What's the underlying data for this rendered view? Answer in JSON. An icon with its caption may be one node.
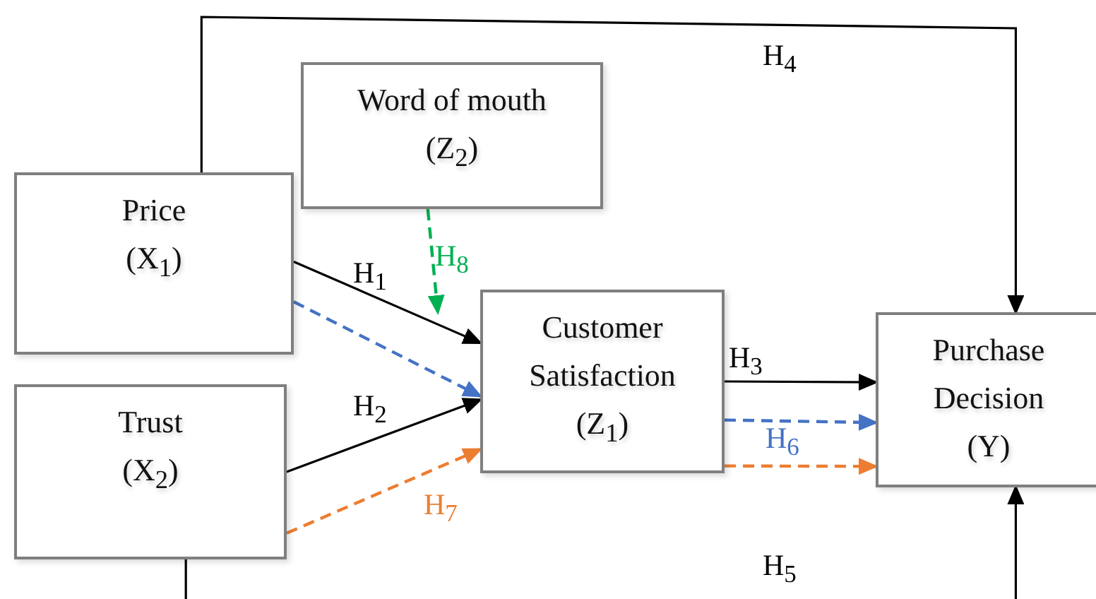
{
  "diagram": {
    "nodes": [
      {
        "text": [
          "Word of mouth",
          "(Z$_{2}$)"
        ]
      },
      {
        "text": [
          "Price",
          "(X$_{1}$)"
        ]
      },
      {
        "text": [
          "Trust",
          "(X$_{2}$)"
        ]
      },
      {
        "text": [
          "Customer Satisfaction",
          "(Z$_{1}$)"
        ]
      },
      {
        "text": [
          "Purchase Decision",
          "(Y)"
        ]
      }
    ],
    "edges": [
      {
        "from": 1,
        "to": 4,
        "arrow": "to",
        "label": "H$_{4}$"
      },
      {
        "from": 1,
        "to": 3,
        "arrow": "to",
        "label": "H$_{1}$"
      },
      {
        "from": 1,
        "to": 3,
        "arrow": "to",
        "style": "dashed",
        "color": "#4472c4"
      },
      {
        "from": 2,
        "to": 3,
        "arrow": "to",
        "label": "H$_{2}$"
      },
      {
        "from": 2,
        "to": 3,
        "arrow": "to",
        "label": "H$_{7}$",
        "style": "dashed",
        "color": "#ed7d31"
      },
      {
        "from": 0,
        "to": null,
        "arrow": "to",
        "label": "H$_{8}$",
        "style": "dashed",
        "color": "#00b050"
      },
      {
        "from": 3,
        "to": 4,
        "arrow": "to",
        "label": "H$_{3}$"
      },
      {
        "from": 3,
        "to": 4,
        "arrow": "to",
        "label": "H$_{6}$",
        "style": "dashed",
        "color": "#4472c4"
      },
      {
        "from": 3,
        "to": 4,
        "arrow": "to",
        "style": "dashed",
        "color": "#ed7d31"
      },
      {
        "from": 2,
        "to": 4,
        "arrow": "to",
        "label": "H$_{5}$"
      }
    ]
  }
}
